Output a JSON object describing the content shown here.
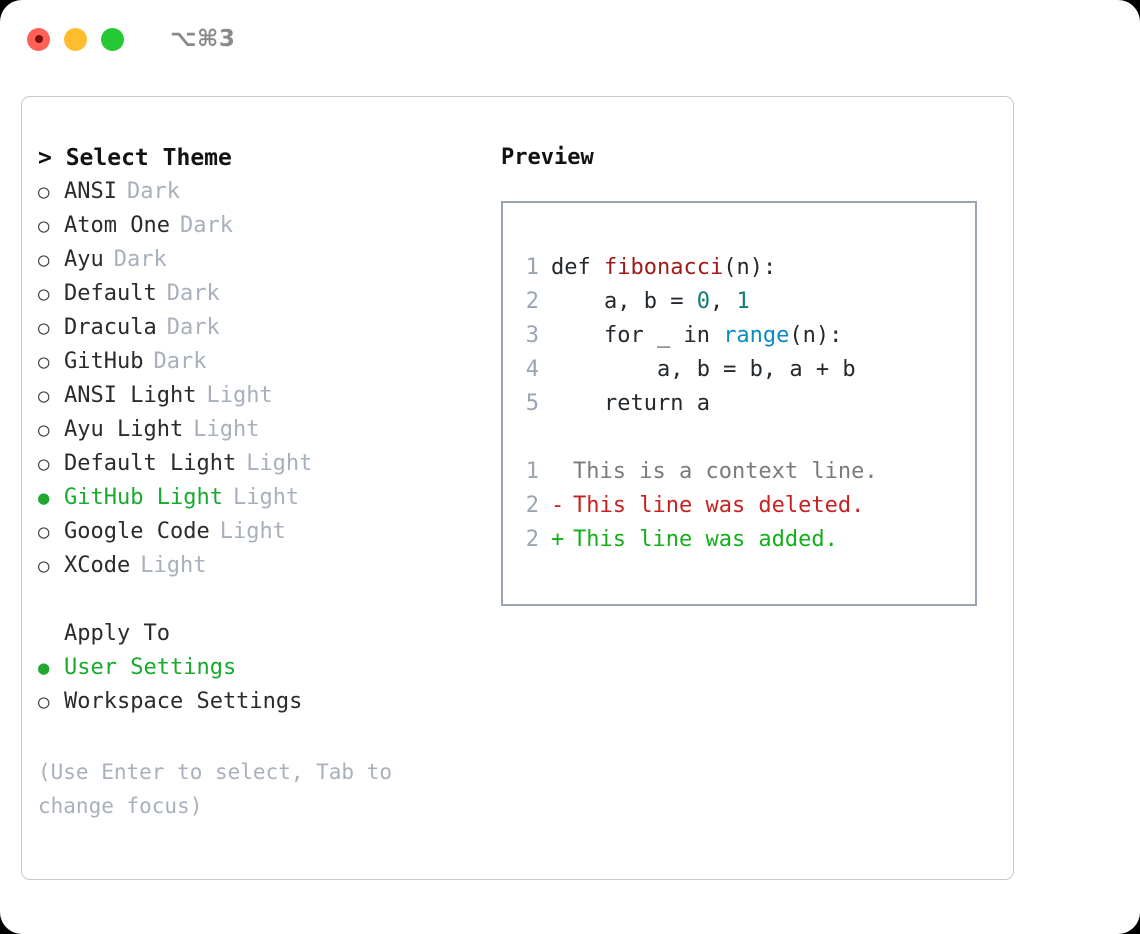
{
  "titlebar": {
    "shortcut": "⌥⌘3",
    "lights": [
      {
        "name": "close",
        "color": "#ff6159"
      },
      {
        "name": "minimize",
        "color": "#ffbd2e"
      },
      {
        "name": "maximize",
        "color": "#25c935"
      }
    ]
  },
  "theme_picker": {
    "heading": "> Select Theme",
    "selected_bullet": "●",
    "unselected_bullet": "○",
    "accent_color": "#1aa92f",
    "items": [
      {
        "label": "ANSI",
        "badge": "Dark",
        "selected": false
      },
      {
        "label": "Atom One",
        "badge": "Dark",
        "selected": false
      },
      {
        "label": "Ayu",
        "badge": "Dark",
        "selected": false
      },
      {
        "label": "Default",
        "badge": "Dark",
        "selected": false
      },
      {
        "label": "Dracula",
        "badge": "Dark",
        "selected": false
      },
      {
        "label": "GitHub",
        "badge": "Dark",
        "selected": false
      },
      {
        "label": "ANSI Light",
        "badge": "Light",
        "selected": false
      },
      {
        "label": "Ayu Light",
        "badge": "Light",
        "selected": false
      },
      {
        "label": "Default Light",
        "badge": "Light",
        "selected": false
      },
      {
        "label": "GitHub Light",
        "badge": "Light",
        "selected": true
      },
      {
        "label": "Google Code",
        "badge": "Light",
        "selected": false
      },
      {
        "label": "XCode",
        "badge": "Light",
        "selected": false
      }
    ]
  },
  "apply_to": {
    "heading": "Apply To",
    "items": [
      {
        "label": "User Settings",
        "selected": true
      },
      {
        "label": "Workspace Settings",
        "selected": false
      }
    ]
  },
  "hint": "(Use Enter to select, Tab to change focus)",
  "preview": {
    "title": "Preview",
    "code_lines": [
      {
        "num": "1",
        "tokens": [
          {
            "text": "def ",
            "kind": "plain"
          },
          {
            "text": "fibonacci",
            "kind": "fn"
          },
          {
            "text": "(n):",
            "kind": "plain"
          }
        ]
      },
      {
        "num": "2",
        "tokens": [
          {
            "text": "    a, b = ",
            "kind": "plain"
          },
          {
            "text": "0",
            "kind": "num"
          },
          {
            "text": ", ",
            "kind": "plain"
          },
          {
            "text": "1",
            "kind": "num"
          }
        ]
      },
      {
        "num": "3",
        "tokens": [
          {
            "text": "    for _ in ",
            "kind": "plain"
          },
          {
            "text": "range",
            "kind": "kw"
          },
          {
            "text": "(n):",
            "kind": "plain"
          }
        ]
      },
      {
        "num": "4",
        "tokens": [
          {
            "text": "        a, b = b, a + b",
            "kind": "plain"
          }
        ]
      },
      {
        "num": "5",
        "tokens": [
          {
            "text": "    return a",
            "kind": "plain"
          }
        ]
      }
    ],
    "diff_lines": [
      {
        "num": "1",
        "marker": " ",
        "text": "This is a context line.",
        "kind": "ctx"
      },
      {
        "num": "2",
        "marker": "-",
        "text": "This line was deleted.",
        "kind": "del"
      },
      {
        "num": "2",
        "marker": "+",
        "text": "This line was added.",
        "kind": "add"
      }
    ],
    "colors": {
      "function": "#9e1a1a",
      "number": "#107d77",
      "keyword": "#0a8bc2",
      "diff_context": "#7b7b7b",
      "diff_deleted": "#c72222",
      "diff_added": "#14b01c",
      "line_number": "#9aa5b1"
    }
  }
}
